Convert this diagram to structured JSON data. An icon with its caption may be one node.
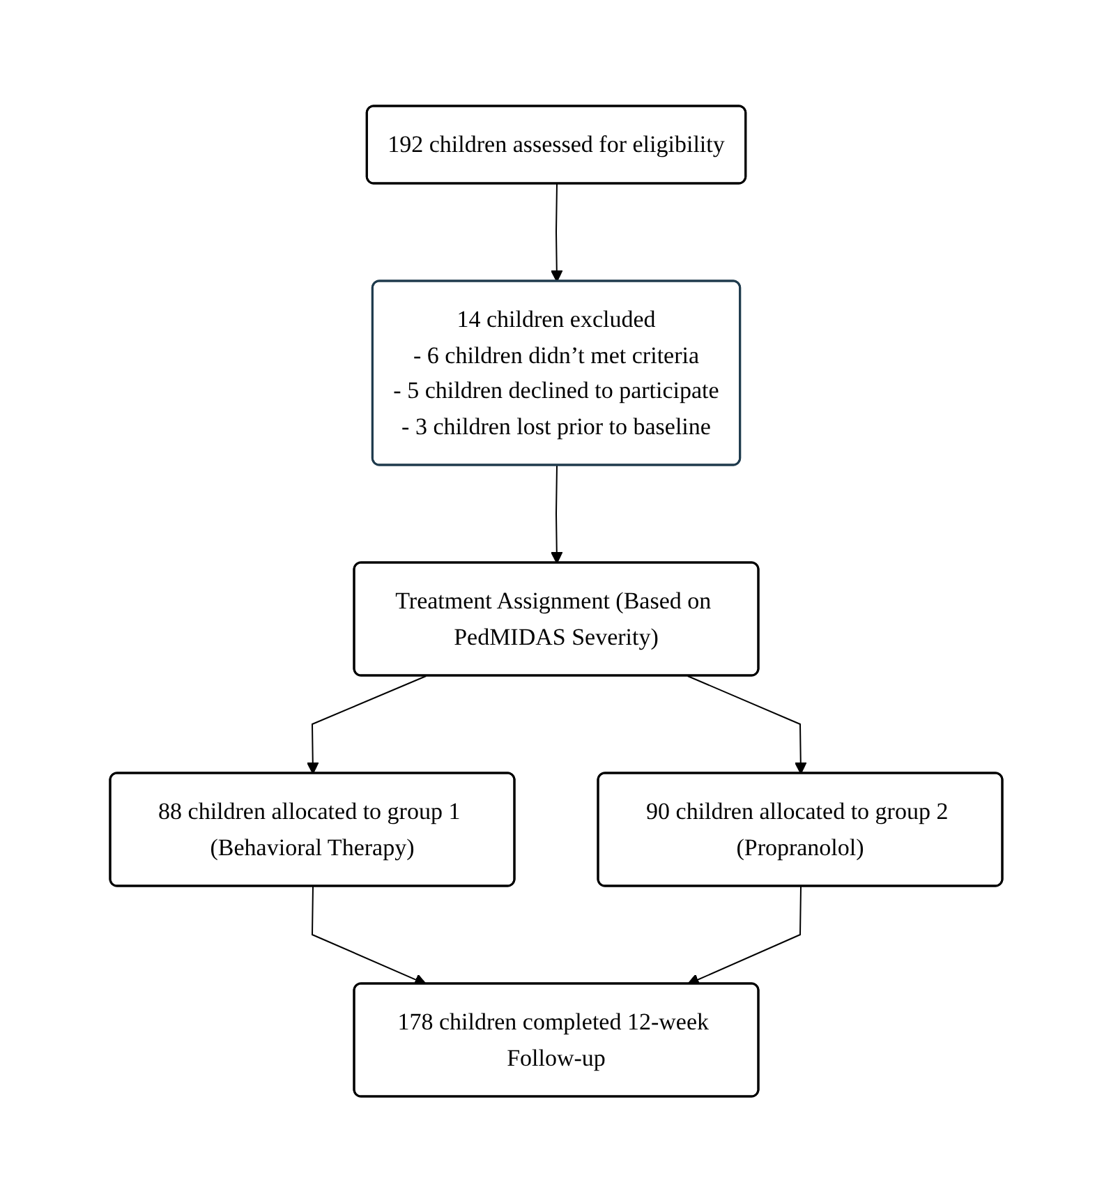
{
  "diagram": {
    "nodes": [
      {
        "text": [
          "192 children assessed for eligibility"
        ]
      },
      {
        "text": [
          "14 children excluded",
          "- 6 children didn’t met criteria",
          "- 5 children declined to participate",
          "- 3 children lost prior to baseline"
        ]
      },
      {
        "text": [
          "Treatment Assignment (Based on PedMIDAS Severity)"
        ]
      },
      {
        "text": [
          "88 children allocated to group 1 (Behavioral Therapy)"
        ]
      },
      {
        "text": [
          "90 children allocated to group 2 (Propranolol)"
        ]
      },
      {
        "text": [
          "178 children completed 12-week Follow-up"
        ]
      }
    ],
    "edges": [
      {
        "from": 0,
        "to": 1,
        "arrow": "to"
      },
      {
        "from": 1,
        "to": 2,
        "arrow": "to"
      },
      {
        "from": 2,
        "to": 3,
        "arrow": "to"
      },
      {
        "from": 2,
        "to": 4,
        "arrow": "to"
      },
      {
        "from": 3,
        "to": 5,
        "arrow": "to"
      },
      {
        "from": 4,
        "to": 5,
        "arrow": "to"
      }
    ]
  }
}
